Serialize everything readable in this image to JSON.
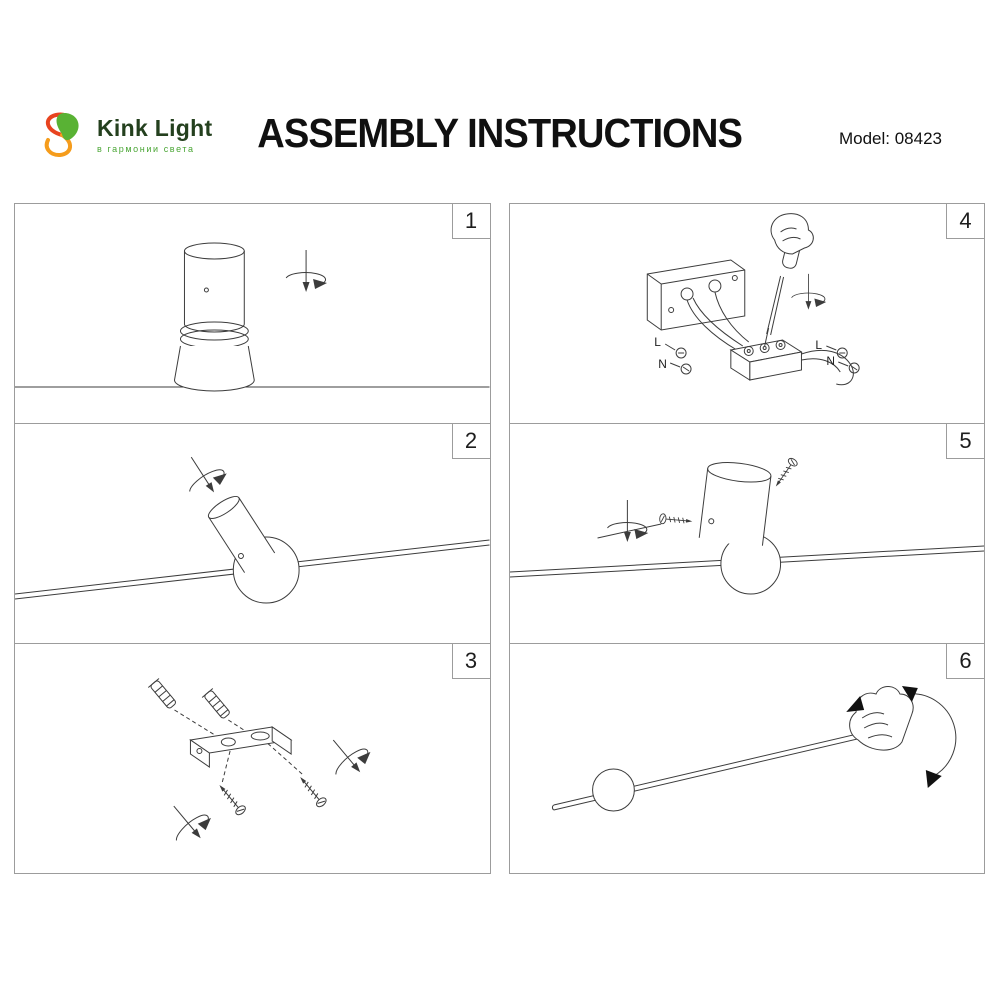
{
  "header": {
    "brand": {
      "name": "Kink Light",
      "tagline": "в гармонии света"
    },
    "title": "ASSEMBLY INSTRUCTIONS",
    "model": "Model: 08423"
  },
  "panels": [
    {
      "number": "1"
    },
    {
      "number": "2"
    },
    {
      "number": "3"
    },
    {
      "number": "4"
    },
    {
      "number": "5"
    },
    {
      "number": "6"
    }
  ],
  "wiring": {
    "left_l": "L",
    "left_n": "N",
    "right_l": "L",
    "right_n": "N"
  },
  "colors": {
    "line": "#3c3c3c",
    "panel_border": "#9c9c9c",
    "logo_green": "#59b234",
    "logo_orange": "#f59c1c",
    "logo_red": "#e8431f"
  }
}
